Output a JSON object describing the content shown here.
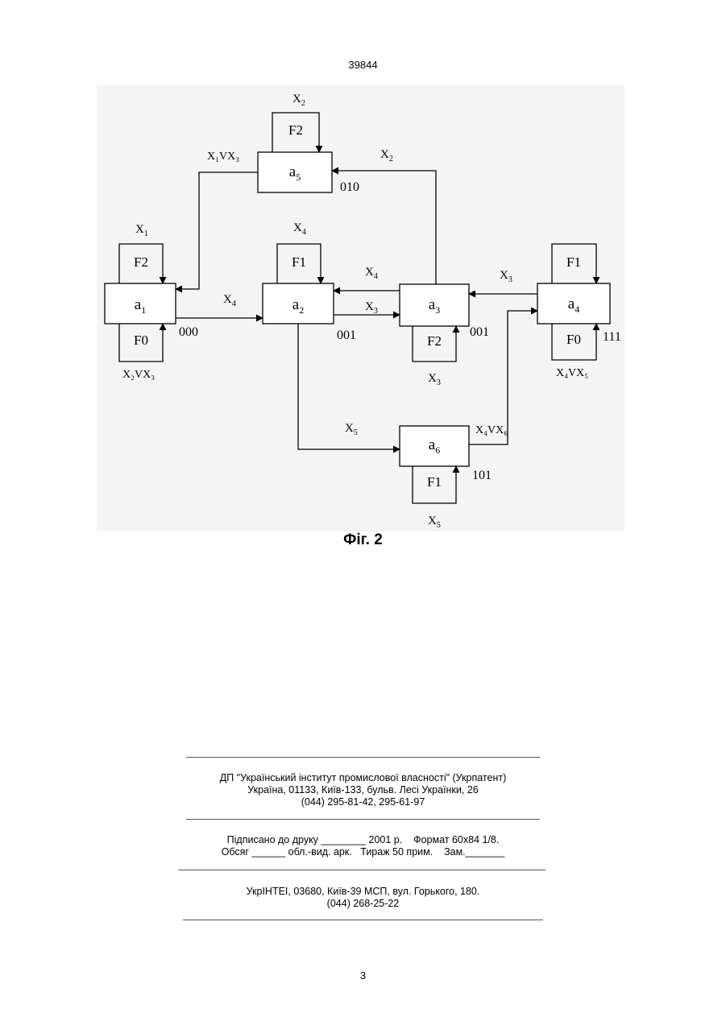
{
  "header": {
    "doc_number": "39844"
  },
  "figure": {
    "states": [
      {
        "id": "a1",
        "label": "a",
        "sub": "1",
        "code": "000",
        "top_func": "F2",
        "top_cond": "X",
        "top_cond_sub": "1",
        "bottom_func": "F0",
        "bottom_cond": "X₂VX₃"
      },
      {
        "id": "a2",
        "label": "a",
        "sub": "2",
        "code": "001",
        "top_func": "F1",
        "top_cond": "X",
        "top_cond_sub": "4"
      },
      {
        "id": "a3",
        "label": "a",
        "sub": "3",
        "code": "001",
        "bottom_func": "F2",
        "bottom_cond": "X",
        "bottom_cond_sub": "3"
      },
      {
        "id": "a4",
        "label": "a",
        "sub": "4",
        "code": "111",
        "top_func": "F1",
        "bottom_func": "F0",
        "bottom_cond": "X₄VX₅"
      },
      {
        "id": "a5",
        "label": "a",
        "sub": "5",
        "code": "010",
        "top_func": "F2",
        "top_cond": "X",
        "top_cond_sub": "2"
      },
      {
        "id": "a6",
        "label": "a",
        "sub": "6",
        "code": "101",
        "bottom_func": "F1",
        "bottom_cond": "X",
        "bottom_cond_sub": "5"
      }
    ],
    "transitions": {
      "a1_a2": "X",
      "a1_a2_sub": "4",
      "a2_a3": "X",
      "a2_a3_sub": "3",
      "a3_a2": "X",
      "a3_a2_sub": "4",
      "a4_a3": "X",
      "a4_a3_sub": "3",
      "a3_a5": "X",
      "a3_a5_sub": "2",
      "a5_a1": "X₁VX₃",
      "a2_a6": "X",
      "a2_a6_sub": "5",
      "a6_a4": "X₄VX₆"
    }
  },
  "caption": "Фіг. 2",
  "footer": {
    "publisher": [
      "ДП \"Український інститут промислової власності\" (Укрпатент)",
      "Україна, 01133, Київ-133, бульв. Лесі Українки, 26",
      "(044) 295-81-42, 295-61-97"
    ],
    "print_info": [
      "Підписано до друку ________ 2001 р.    Формат 60х84 1/8.",
      "Обсяг ______ обл.-вид. арк.   Тираж 50 прим.    Зам._______"
    ],
    "printer": [
      "УкрІНТЕІ, 03680, Київ-39 МСП, вул. Горького, 180.",
      "(044) 268-25-22"
    ]
  },
  "page_number": "3"
}
